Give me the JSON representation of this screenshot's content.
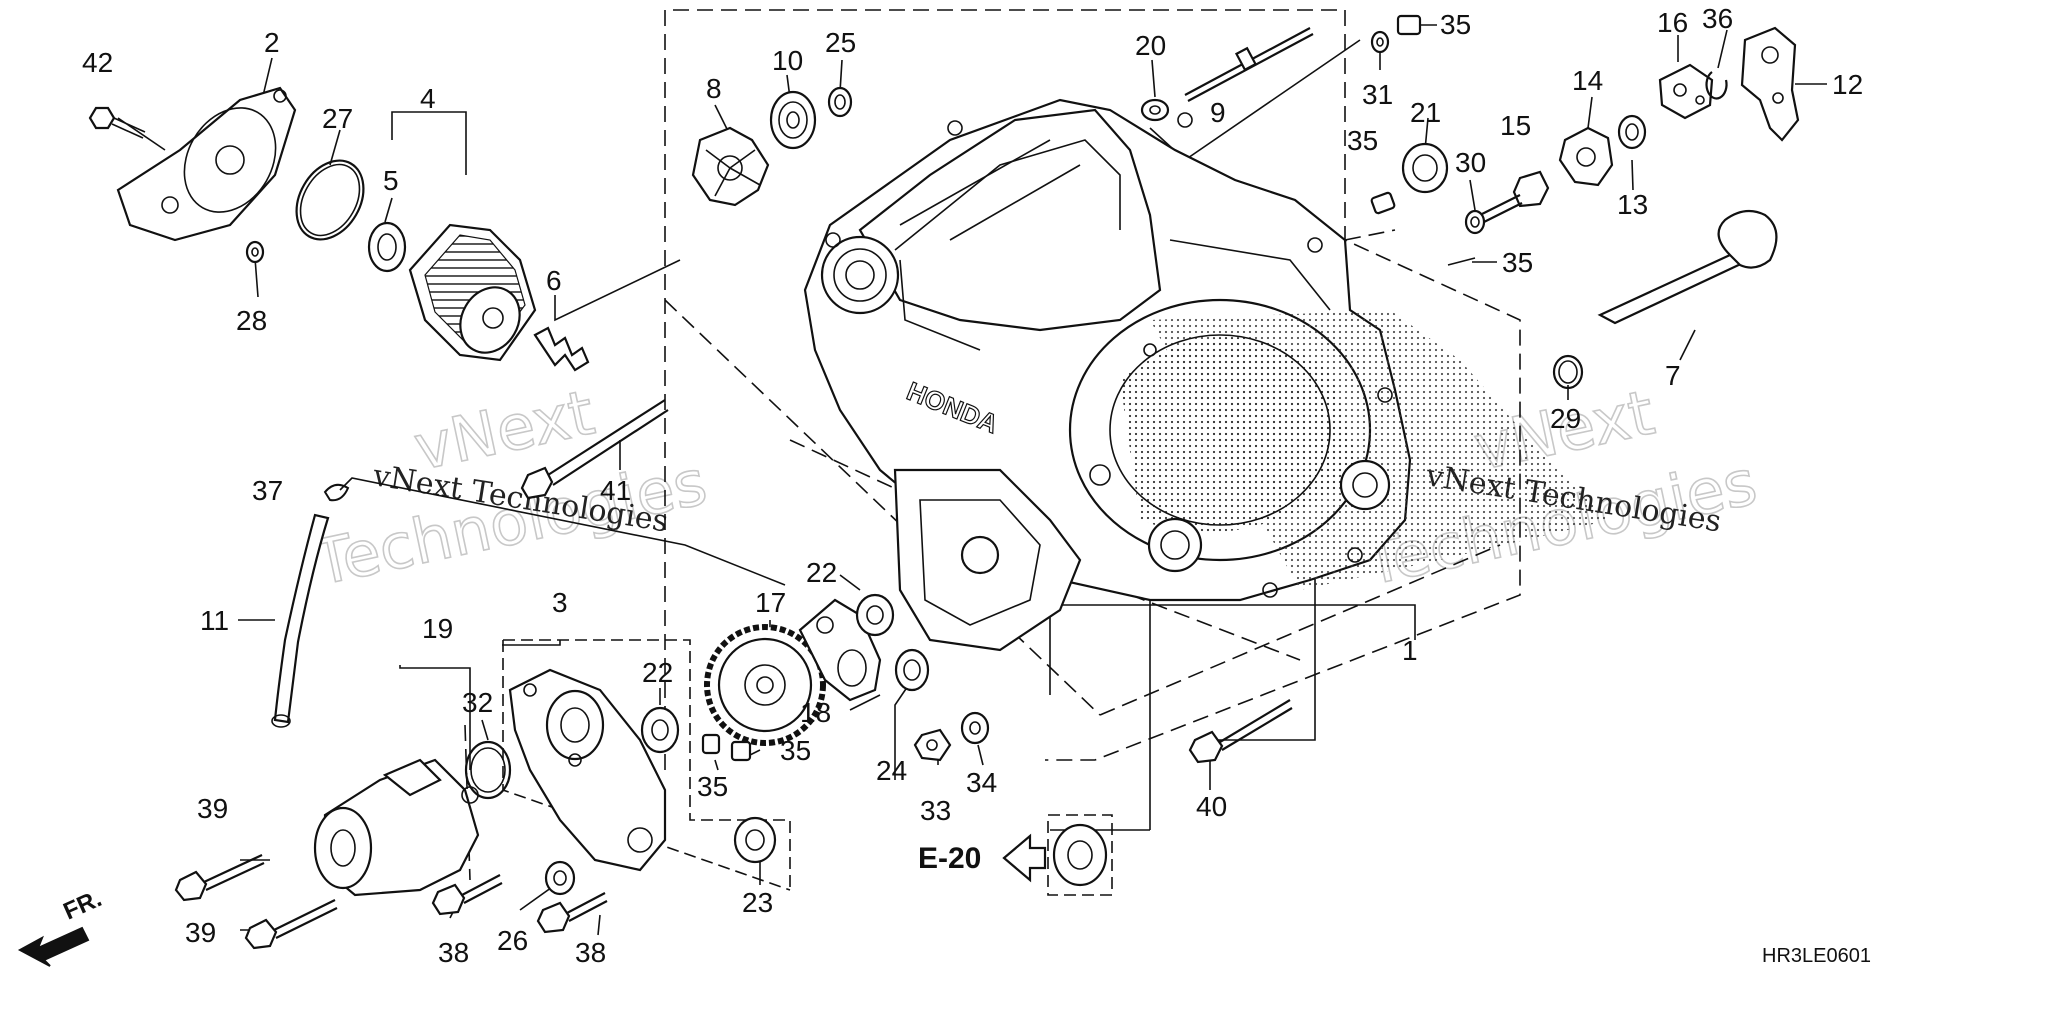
{
  "callouts": [
    {
      "id": "c42",
      "text": "42"
    },
    {
      "id": "c2",
      "text": "2"
    },
    {
      "id": "c27",
      "text": "27"
    },
    {
      "id": "c4",
      "text": "4"
    },
    {
      "id": "c5",
      "text": "5"
    },
    {
      "id": "c28",
      "text": "28"
    },
    {
      "id": "c6",
      "text": "6"
    },
    {
      "id": "c8",
      "text": "8"
    },
    {
      "id": "c10",
      "text": "10"
    },
    {
      "id": "c25",
      "text": "25"
    },
    {
      "id": "c20",
      "text": "20"
    },
    {
      "id": "c9",
      "text": "9"
    },
    {
      "id": "c31",
      "text": "31"
    },
    {
      "id": "c35a",
      "text": "35"
    },
    {
      "id": "c35b",
      "text": "35"
    },
    {
      "id": "c21",
      "text": "21"
    },
    {
      "id": "c15",
      "text": "15"
    },
    {
      "id": "c30",
      "text": "30"
    },
    {
      "id": "c14",
      "text": "14"
    },
    {
      "id": "c16",
      "text": "16"
    },
    {
      "id": "c36",
      "text": "36"
    },
    {
      "id": "c12",
      "text": "12"
    },
    {
      "id": "c13",
      "text": "13"
    },
    {
      "id": "c35c",
      "text": "35"
    },
    {
      "id": "c7",
      "text": "7"
    },
    {
      "id": "c29",
      "text": "29"
    },
    {
      "id": "c41",
      "text": "41"
    },
    {
      "id": "c37",
      "text": "37"
    },
    {
      "id": "c11",
      "text": "11"
    },
    {
      "id": "c19",
      "text": "19"
    },
    {
      "id": "c3",
      "text": "3"
    },
    {
      "id": "c32",
      "text": "32"
    },
    {
      "id": "c22a",
      "text": "22"
    },
    {
      "id": "c17",
      "text": "17"
    },
    {
      "id": "c22b",
      "text": "22"
    },
    {
      "id": "c18",
      "text": "18"
    },
    {
      "id": "c24",
      "text": "24"
    },
    {
      "id": "c35d",
      "text": "35"
    },
    {
      "id": "c35e",
      "text": "35"
    },
    {
      "id": "c1",
      "text": "1"
    },
    {
      "id": "c39a",
      "text": "39"
    },
    {
      "id": "c39b",
      "text": "39"
    },
    {
      "id": "c23",
      "text": "23"
    },
    {
      "id": "c33",
      "text": "33"
    },
    {
      "id": "c34",
      "text": "34"
    },
    {
      "id": "c40",
      "text": "40"
    },
    {
      "id": "c38a",
      "text": "38"
    },
    {
      "id": "c26",
      "text": "26"
    },
    {
      "id": "c38b",
      "text": "38"
    }
  ],
  "reference": {
    "label": "E-20"
  },
  "direction": {
    "label": "FR."
  },
  "diagram_code": "HR3LE0601",
  "brand_embossing": "HONDA",
  "watermarks": [
    {
      "id": "w1",
      "big_top": "vNext",
      "big_bottom": "Technologies",
      "small": "vNext Technologies"
    },
    {
      "id": "w2",
      "big_top": "vNext",
      "big_bottom": "Technologies",
      "small": "vNext Technologies"
    }
  ]
}
